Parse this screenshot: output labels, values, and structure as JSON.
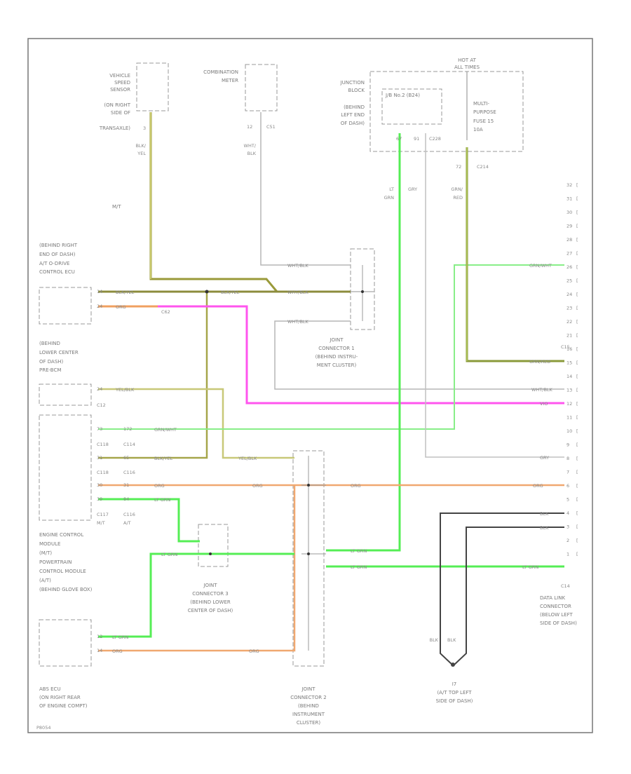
{
  "components": {
    "vss": [
      "VEHICLE",
      "SPEED",
      "SENSOR",
      "(ON RIGHT",
      "SIDE OF",
      "TRANSAXLE)"
    ],
    "vss_pin": "3",
    "meter": [
      "COMBINATION",
      "METER"
    ],
    "meter_pins": [
      "12",
      "C51"
    ],
    "junction": [
      "JUNCTION",
      "BLOCK",
      "(BEHIND",
      "LEFT END",
      "OF DASH)"
    ],
    "jb_conn": "J/B No.2 (B24)",
    "jb_pins": [
      "67",
      "91",
      "C228"
    ],
    "hot": [
      "HOT AT",
      "ALL TIMES"
    ],
    "fuse": [
      "MULTI-",
      "PURPOSE",
      "FUSE 15",
      "10A"
    ],
    "fuse_pins": [
      "72",
      "C214"
    ],
    "cruise": [
      "(BEHIND RIGHT",
      "END OF DASH)",
      "A/T O-DRIVE",
      "CONTROL ECU"
    ],
    "cruise_pins": [
      "14",
      "24"
    ],
    "cruise_conn": "C62",
    "lowercenter": [
      "(BEHIND",
      "LOWER CENTER",
      "OF DASH)",
      "PRE-BCM"
    ],
    "lc_pin": "24",
    "lc_conn": "C12",
    "ecm_conn": [
      "C118",
      "C114",
      "C118",
      "C116",
      "C117",
      "C116"
    ],
    "ecm_pins": [
      "73",
      "172",
      "31",
      "65",
      "30",
      "31",
      "39",
      "84"
    ],
    "ecm_mt_at": [
      "M/T",
      "A/T"
    ],
    "ecm": [
      "ENGINE CONTROL",
      "MODULE",
      "(M/T)",
      "POWERTRAIN",
      "CONTROL MODULE",
      "(A/T)",
      "(BEHIND GLOVE BOX)"
    ],
    "abs": [
      "ABS ECU",
      "(ON RIGHT REAR",
      "OF ENGINE COMPT)"
    ],
    "abs_pins": [
      "12",
      "14"
    ],
    "jc1": [
      "JOINT",
      "CONNECTOR 1",
      "(BEHIND INSTRU-",
      "MENT CLUSTER)"
    ],
    "jc3": [
      "JOINT",
      "CONNECTOR 3",
      "(BEHIND LOWER",
      "CENTER OF DASH)"
    ],
    "jc2": [
      "JOINT",
      "CONNECTOR 2",
      "(BEHIND",
      "INSTRUMENT",
      "CLUSTER)"
    ],
    "dlc": [
      "DATA LINK",
      "CONNECTOR",
      "(BELOW LEFT",
      "SIDE OF DASH)"
    ],
    "dlc_conn": [
      "C15",
      "C14"
    ],
    "ground": [
      "I7",
      "(A/T TOP LEFT",
      "SIDE OF DASH)"
    ],
    "mt_label": "M/T"
  },
  "wires": {
    "blk_yel": [
      "BLK/",
      "YEL"
    ],
    "wht_blk": [
      "WHT/",
      "BLK"
    ],
    "lt_grn": [
      "LT",
      "GRN"
    ],
    "gry": "GRY",
    "grn_red": [
      "GRN/",
      "RED"
    ],
    "blk": "BLK",
    "inline": {
      "blkyel": "BLK/YEL",
      "org": "ORG",
      "whtblk": "WHT/BLK",
      "yelblk": "YEL/BLK",
      "grnwht": "GRN/WHT",
      "ltgrn": "LT GRN",
      "grnred": "GRN/RED",
      "vio": "VIO"
    }
  },
  "dlc_pins": [
    "32",
    "31",
    "30",
    "29",
    "28",
    "27",
    "26",
    "25",
    "24",
    "23",
    "22",
    "21",
    "16",
    "15",
    "14",
    "13",
    "12",
    "11",
    "10",
    "9",
    "8",
    "7",
    "6",
    "5",
    "4",
    "3",
    "2",
    "1"
  ],
  "page_id": "P8054"
}
